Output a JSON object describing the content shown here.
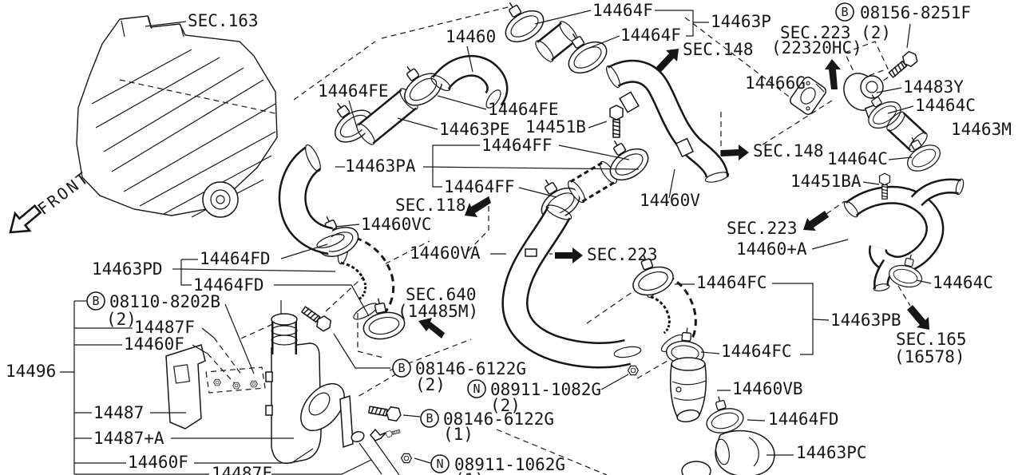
{
  "labels": {
    "front": "FRONT",
    "sec163": "SEC.163",
    "sec148": "SEC.148",
    "sec118": "SEC.118",
    "sec223": "SEC.223",
    "sec223_2": "SEC.223 (2)",
    "sec223_hc": "(22320HC)",
    "sec640": "SEC.640",
    "sec640_ref": "(14485M)",
    "sec165": "SEC.165",
    "sec165_ref": "(16578)",
    "p14460": "14460",
    "p14460V": "14460V",
    "p14460VA": "14460VA",
    "p14460VB": "14460VB",
    "p14460VC": "14460VC",
    "p14460A": "14460+A",
    "p14460F": "14460F",
    "p14463P": "14463P",
    "p14463PA": "14463PA",
    "p14463PB": "14463PB",
    "p14463PC": "14463PC",
    "p14463PD": "14463PD",
    "p14463PE": "14463PE",
    "p14463M": "14463M",
    "p14464F": "14464F",
    "p14464C": "14464C",
    "p14464FC": "14464FC",
    "p14464FD": "14464FD",
    "p14464FE": "14464FE",
    "p14464FF": "14464FF",
    "p14466G": "14466G",
    "p14483Y": "14483Y",
    "p14451B": "14451B",
    "p14451BA": "14451BA",
    "p14487": "14487",
    "p14487A": "14487+A",
    "p14487F": "14487F",
    "p14496": "14496",
    "bB": "B",
    "bN": "N",
    "f08156": "08156-8251F",
    "f08110": "08110-8202B",
    "f08146": "08146-6122G",
    "f08911_1082": "08911-1082G",
    "f08911_1062": "08911-1062G",
    "qty1": "(1)",
    "qty2": "(2)"
  }
}
